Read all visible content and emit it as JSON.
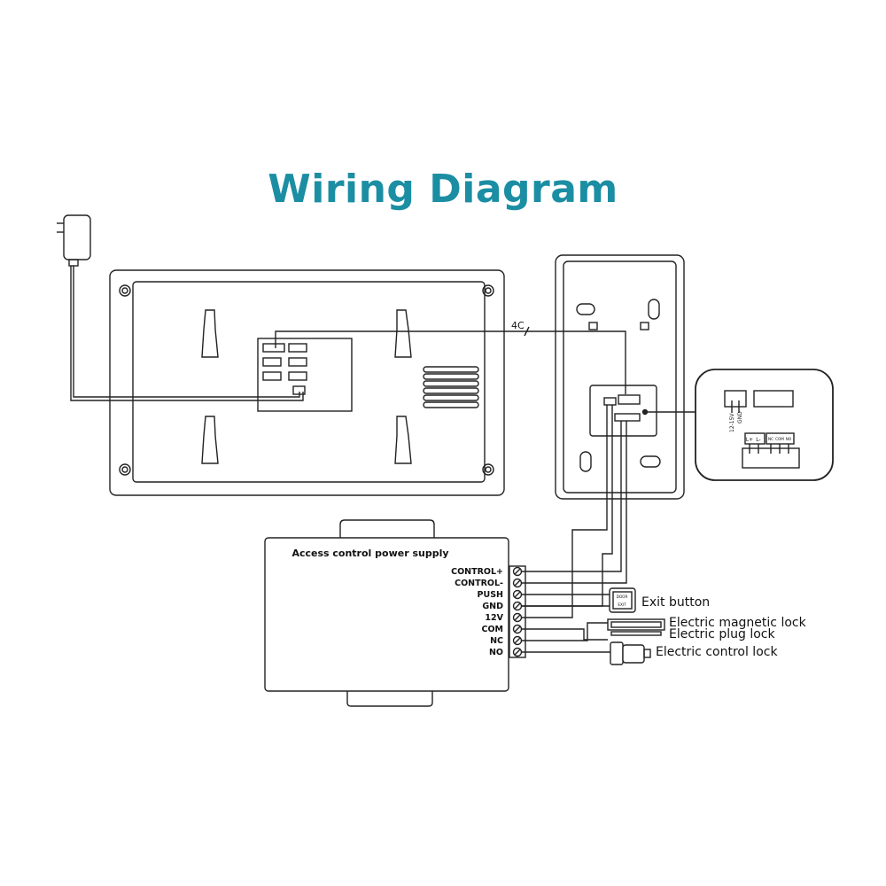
{
  "title": "Wiring Diagram",
  "cable_label": "4C",
  "power_supply": {
    "label": "Access control power supply",
    "terminals": [
      "CONTROL+",
      "CONTROL-",
      "PUSH",
      "GND",
      "12V",
      "COM",
      "NC",
      "NO"
    ]
  },
  "devices": {
    "exit_button": "Exit button",
    "magnetic_lock": "Electric magnetic lock",
    "plug_lock": "Electric plug lock",
    "control_lock": "Electric control lock"
  },
  "exit_button_face": {
    "line1": "DOOR",
    "line2": "EXIT"
  },
  "zoom_inset": {
    "power_label": "12-15V",
    "gnd_label": "GND",
    "relay_labels": [
      "L+",
      "L-",
      "NC",
      "COM",
      "NO"
    ]
  }
}
